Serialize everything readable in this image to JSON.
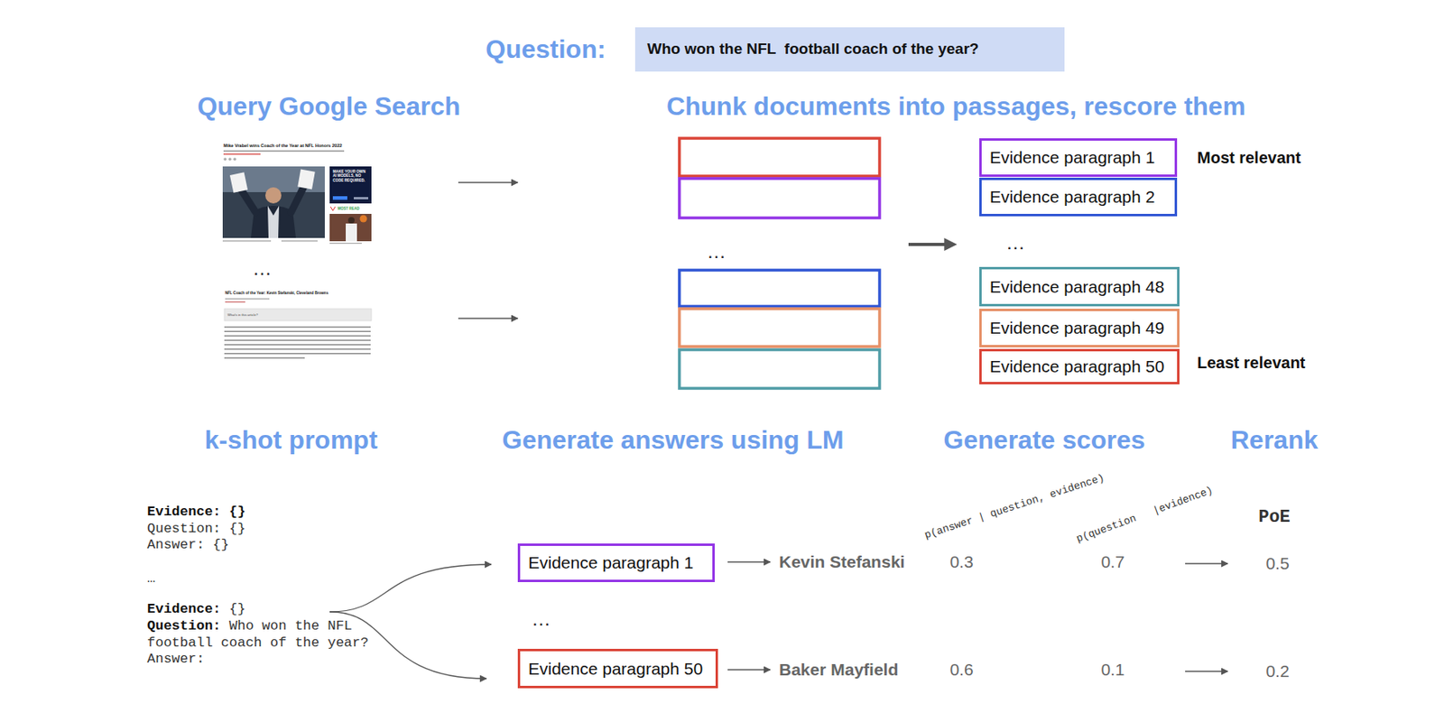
{
  "diagram": {
    "nodes": [
      {
        "text": [
          "Who won the NFL  football coach of the year?"
        ]
      },
      {
        "text": [
          "Evidence paragraph 1"
        ]
      },
      {
        "text": [
          "Evidence paragraph 2"
        ]
      },
      {
        "text": [
          "Evidence paragraph 48"
        ]
      },
      {
        "text": [
          "Evidence paragraph 49"
        ]
      },
      {
        "text": [
          "Evidence paragraph 50"
        ]
      },
      {
        "text": [
          "Evidence paragraph 1"
        ]
      },
      {
        "text": [
          "Evidence paragraph 50"
        ]
      }
    ],
    "labels": [
      "Question:",
      "Query Google Search",
      "Chunk documents into passages, rescore them",
      "Mike Vrabel wins Coach of the Year at NFL Honors 2022",
      "MAKE YOUR OWN AI MODELS, NO CODE REQUIRED.",
      "MOST READ",
      "…",
      "NFL Coach of the Year: Kevin Stefanski, Cleveland Browns",
      "What's in this article?",
      "…",
      "…",
      "Most relevant",
      "Least relevant",
      "k-shot prompt",
      "Generate answers using LM",
      "Generate scores",
      "Rerank",
      "p(answer | question, evidence)",
      "p(question   |evidence)",
      "PoE",
      "Evidence: {}",
      "Question: {}",
      "Answer: {}",
      "…",
      "Evidence:",
      "{}",
      "Question:",
      "Who won the NFL football coach of the year?",
      "Answer:",
      "…",
      "Kevin Stefanski",
      "0.3",
      "0.7",
      "0.5",
      "Baker Mayfield",
      "0.6",
      "0.1",
      "0.2"
    ]
  }
}
